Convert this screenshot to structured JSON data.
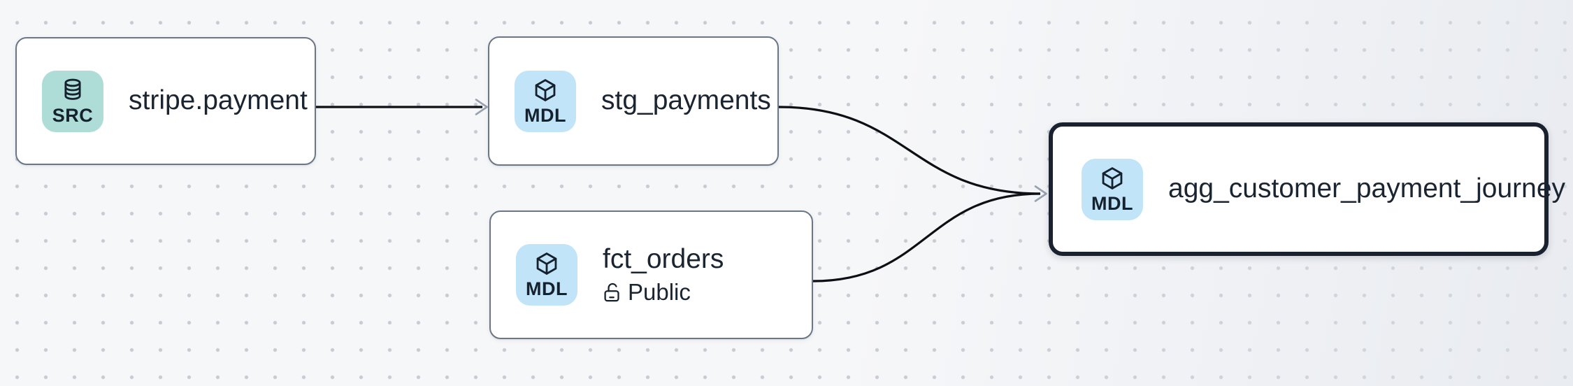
{
  "diagram": {
    "nodes": [
      {
        "name": "stripe.payment",
        "type": "source",
        "badge": {
          "label": "SRC",
          "icon": "database-icon",
          "color": "#aedcd7"
        },
        "selected": false
      },
      {
        "name": "stg_payments",
        "type": "model",
        "badge": {
          "label": "MDL",
          "icon": "cube-icon",
          "color": "#c1e4f9"
        },
        "selected": false
      },
      {
        "name": "fct_orders",
        "type": "model",
        "badge": {
          "label": "MDL",
          "icon": "cube-icon",
          "color": "#c1e4f9"
        },
        "access": "Public",
        "access_icon": "lock-open-icon",
        "selected": false
      },
      {
        "name": "agg_customer_payment_journey",
        "type": "model",
        "badge": {
          "label": "MDL",
          "icon": "cube-icon",
          "color": "#c1e4f9"
        },
        "selected": true
      }
    ],
    "edges": [
      {
        "from": "stripe.payment",
        "to": "stg_payments"
      },
      {
        "from": "stg_payments",
        "to": "agg_customer_payment_journey"
      },
      {
        "from": "fct_orders",
        "to": "agg_customer_payment_journey"
      }
    ],
    "colors": {
      "background": "#f6f7f9",
      "grid_dot": "#c7ccd4",
      "node_background": "#ffffff",
      "node_border": "#6b7787",
      "selected_border": "#1a2230",
      "edge": "#0c0f14",
      "arrowhead": "#98a1b0",
      "text": "#1b2531",
      "badge_source": "#aedcd7",
      "badge_model": "#c1e4f9"
    }
  }
}
